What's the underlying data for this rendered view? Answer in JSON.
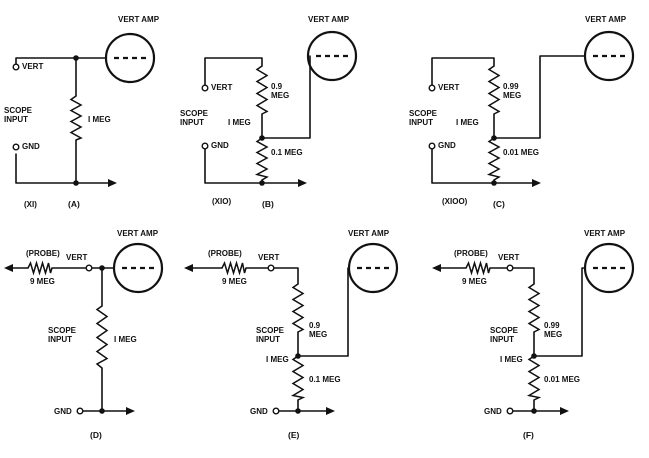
{
  "diagram": {
    "panels": {
      "a": {
        "tube_label": "VERT AMP",
        "vert_label": "VERT",
        "input_label_1": "SCOPE",
        "input_label_2": "INPUT",
        "gnd_label": "GND",
        "resistor_label": "I MEG",
        "multiplier_label": "(XI)",
        "caption": "(A)"
      },
      "b": {
        "tube_label": "VERT AMP",
        "vert_label": "VERT",
        "input_label_1": "SCOPE",
        "input_label_2": "INPUT",
        "gnd_label": "GND",
        "total_label": "I MEG",
        "upper_label_1": "0.9",
        "upper_label_2": "MEG",
        "lower_label": "0.1 MEG",
        "multiplier_label": "(XIO)",
        "caption": "(B)"
      },
      "c": {
        "tube_label": "VERT AMP",
        "vert_label": "VERT",
        "input_label_1": "SCOPE",
        "input_label_2": "INPUT",
        "gnd_label": "GND",
        "total_label": "I MEG",
        "upper_label_1": "0.99",
        "upper_label_2": "MEG",
        "lower_label": "0.01 MEG",
        "multiplier_label": "(XIOO)",
        "caption": "(C)"
      },
      "d": {
        "tube_label": "VERT AMP",
        "probe_label": "(PROBE)",
        "probe_value": "9 MEG",
        "vert_label": "VERT",
        "input_label_1": "SCOPE",
        "input_label_2": "INPUT",
        "resistor_label": "I MEG",
        "gnd_label": "GND",
        "caption": "(D)"
      },
      "e": {
        "tube_label": "VERT AMP",
        "probe_label": "(PROBE)",
        "probe_value": "9 MEG",
        "vert_label": "VERT",
        "input_label_1": "SCOPE",
        "input_label_2": "INPUT",
        "total_label": "I MEG",
        "upper_label_1": "0.9",
        "upper_label_2": "MEG",
        "lower_label": "0.1 MEG",
        "gnd_label": "GND",
        "caption": "(E)"
      },
      "f": {
        "tube_label": "VERT AMP",
        "probe_label": "(PROBE)",
        "probe_value": "9 MEG",
        "vert_label": "VERT",
        "input_label_1": "SCOPE",
        "input_label_2": "INPUT",
        "total_label": "I MEG",
        "upper_label_1": "0.99",
        "upper_label_2": "MEG",
        "lower_label": "0.01 MEG",
        "gnd_label": "GND",
        "caption": "(F)"
      }
    }
  }
}
